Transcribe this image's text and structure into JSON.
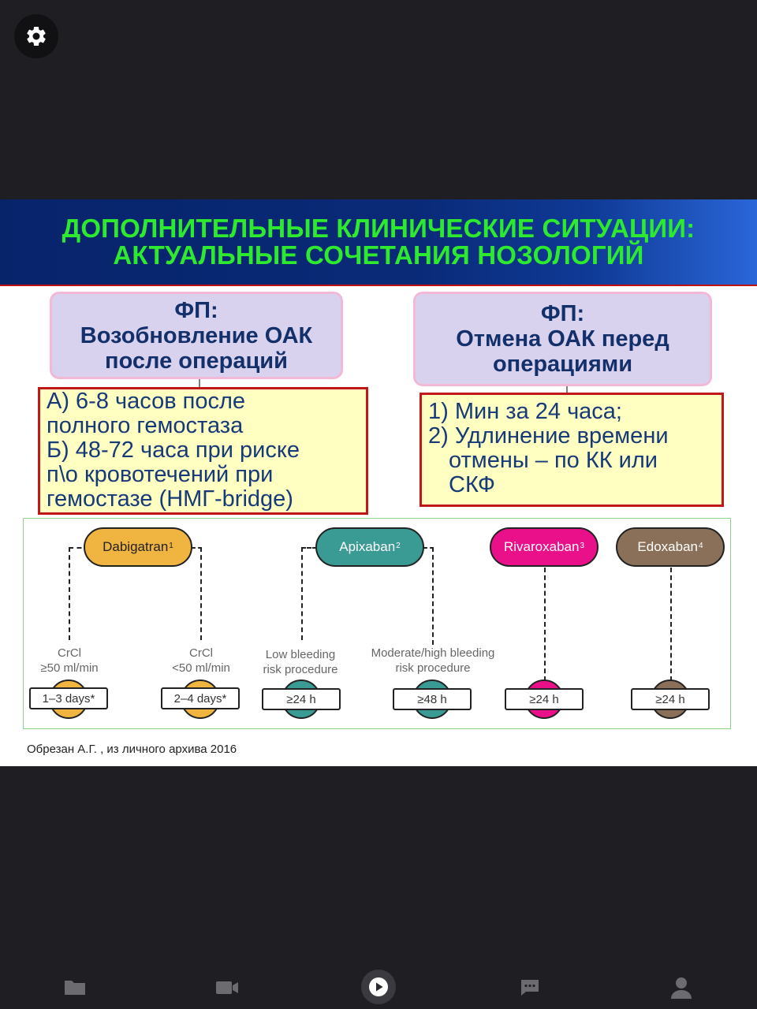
{
  "slide": {
    "title_line1": "ДОПОЛНИТЕЛЬНЫЕ КЛИНИЧЕСКИЕ СИТУАЦИИ:",
    "title_line2": "АКТУАЛЬНЫЕ СОЧЕТАНИЯ НОЗОЛОГИЙ",
    "left_box": [
      "ФП:",
      "Возобновление ОАК",
      "после операций"
    ],
    "right_box": [
      "ФП:",
      "Отмена ОАК перед",
      "операциями"
    ],
    "left_text": [
      "А) 6-8 часов после",
      "полного гемостаза",
      "Б) 48-72 часа при риске",
      "п\\о кровотечений при",
      "гемостазе (НМГ-bridge)"
    ],
    "right_text": [
      "1) Мин за 24 часа;",
      "2) Удлинение времени",
      "отмены – по КК или",
      "СКФ"
    ],
    "source": "Обрезан А.Г. , из личного архива  2016"
  },
  "diagram": {
    "drugs": [
      {
        "name": "Dabigatran",
        "sup": "1",
        "color": "#f0b440",
        "text_color": "#222222"
      },
      {
        "name": "Apixaban",
        "sup": "2",
        "color": "#3a9a94",
        "text_color": "#ffffff"
      },
      {
        "name": "Rivaroxaban",
        "sup": "3",
        "color": "#ea108a",
        "text_color": "#ffffff"
      },
      {
        "name": "Edoxaban",
        "sup": "4",
        "color": "#8a7058",
        "text_color": "#ffffff"
      }
    ],
    "conditions": [
      {
        "line1": "CrCl",
        "line2": "≥50 ml/min"
      },
      {
        "line1": "CrCl",
        "line2": "<50 ml/min"
      },
      {
        "line1": "Low bleeding",
        "line2": "risk procedure"
      },
      {
        "line1": "Moderate/high bleeding",
        "line2": "risk procedure"
      }
    ],
    "durations": [
      "1–3 days*",
      "2–4 days*",
      "≥24 h",
      "≥48 h",
      "≥24 h",
      "≥24 h"
    ]
  },
  "controls": {
    "settings": "gear-icon",
    "files": "folder-icon",
    "video": "video-camera-icon",
    "play": "play-icon",
    "chat": "chat-icon",
    "profile": "person-icon"
  }
}
